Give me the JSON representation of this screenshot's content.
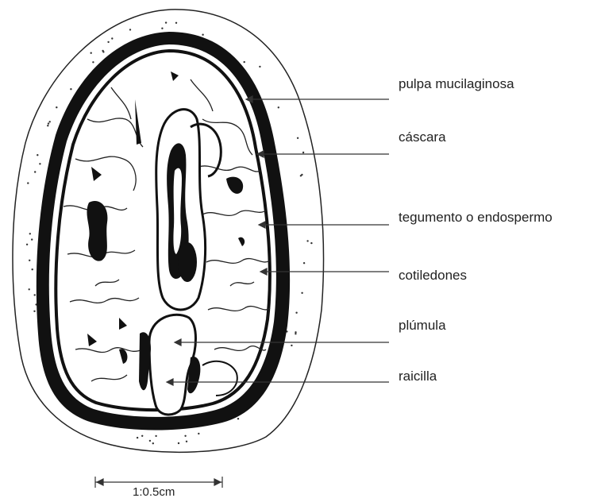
{
  "labels": [
    "pulpa mucilaginosa",
    "cáscara",
    "tegumento o endospermo",
    "cotiledones",
    "plúmula",
    "raicilla"
  ],
  "scale": {
    "text": "1:0.5cm"
  }
}
